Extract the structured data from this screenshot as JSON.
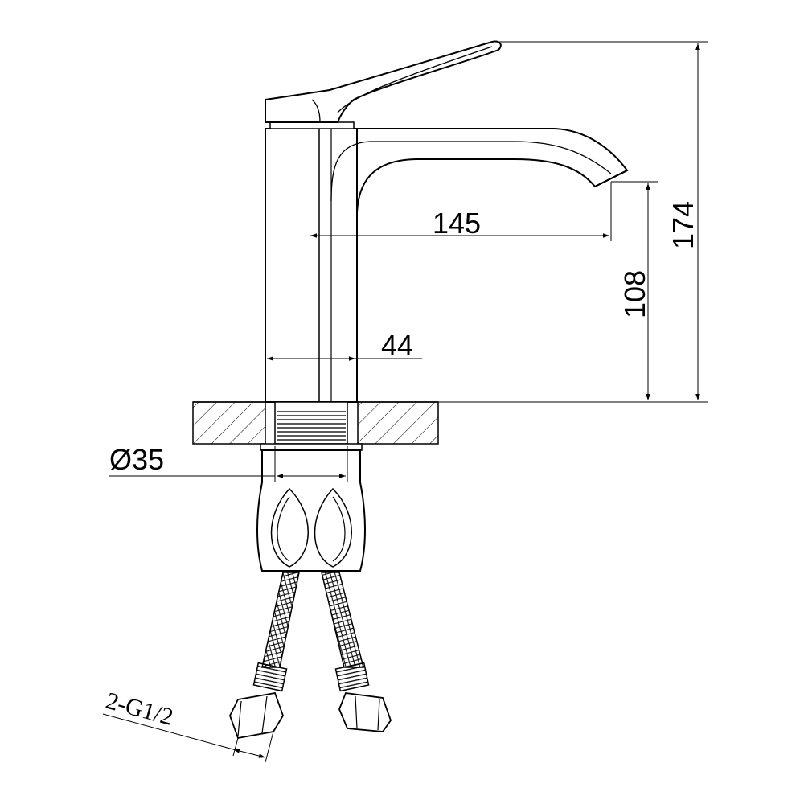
{
  "dimensions": {
    "spout_reach": "145",
    "body_width": "44",
    "spout_height": "108",
    "total_height": "174",
    "mount_diameter": "Ø35",
    "hose_thread": "2-G1/2"
  }
}
